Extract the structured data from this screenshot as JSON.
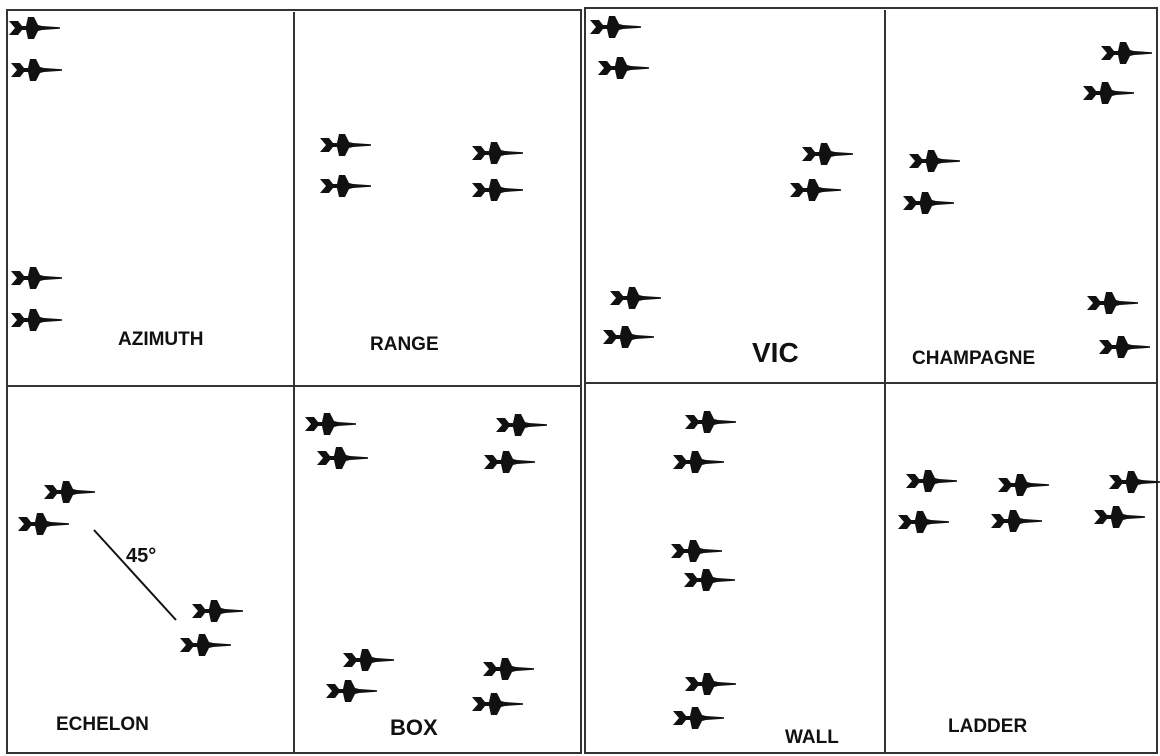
{
  "formations": [
    {
      "id": "azimuth",
      "label": "AZIMUTH"
    },
    {
      "id": "range",
      "label": "RANGE"
    },
    {
      "id": "echelon",
      "label": "ECHELON"
    },
    {
      "id": "box",
      "label": "BOX"
    },
    {
      "id": "vic",
      "label": "VIC"
    },
    {
      "id": "champagne",
      "label": "CHAMPAGNE"
    },
    {
      "id": "wall",
      "label": "WALL"
    },
    {
      "id": "ladder",
      "label": "LADDER"
    }
  ],
  "echelon_angle_label": "45°",
  "icon": "jet-aircraft-silhouette-icon",
  "colors": {
    "ink": "#111111",
    "background": "#ffffff",
    "frame": "#333333"
  }
}
